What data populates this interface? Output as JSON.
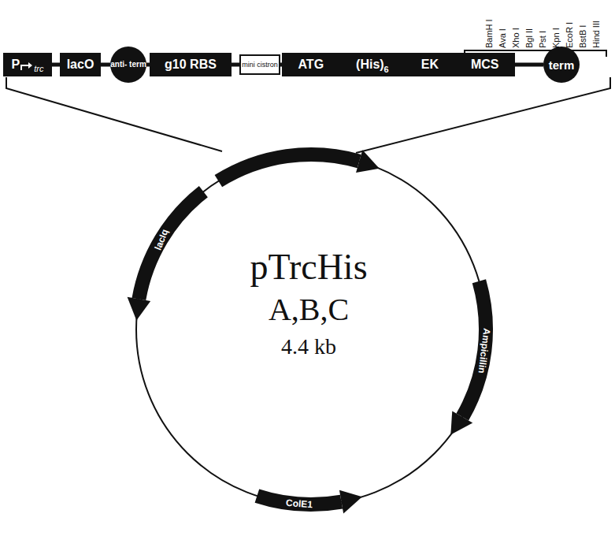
{
  "diagram": {
    "nodes": [
      {
        "text": [
          "P",
          "trc"
        ]
      },
      {
        "text": [
          "lacO"
        ]
      },
      {
        "text": [
          "anti- term"
        ]
      },
      {
        "text": [
          "g10 RBS"
        ]
      },
      {
        "text": [
          "mini cistron"
        ]
      },
      {
        "text": [
          "ATG",
          "(His)",
          "6",
          "EK",
          "MCS"
        ]
      },
      {
        "text": [
          "term"
        ]
      }
    ],
    "edges": [
      {
        "from": 0,
        "to": 1,
        "arrow": "none"
      },
      {
        "from": 1,
        "to": 2,
        "arrow": "none"
      },
      {
        "from": 2,
        "to": 3,
        "arrow": "none"
      },
      {
        "from": 3,
        "to": 4,
        "arrow": "none"
      },
      {
        "from": 4,
        "to": 5,
        "arrow": "none"
      },
      {
        "from": 5,
        "to": 6,
        "arrow": "none"
      }
    ],
    "labels": [
      "BamH I",
      "Ava I",
      "Xho I",
      "Bgl II",
      "Pst I",
      "Kpn I",
      "EcoR I",
      "BstB I",
      "Hind III",
      "Ampicillin",
      "ColE1",
      "lacIq",
      "pTrcHis",
      "A,B,C",
      "4.4 kb"
    ]
  }
}
